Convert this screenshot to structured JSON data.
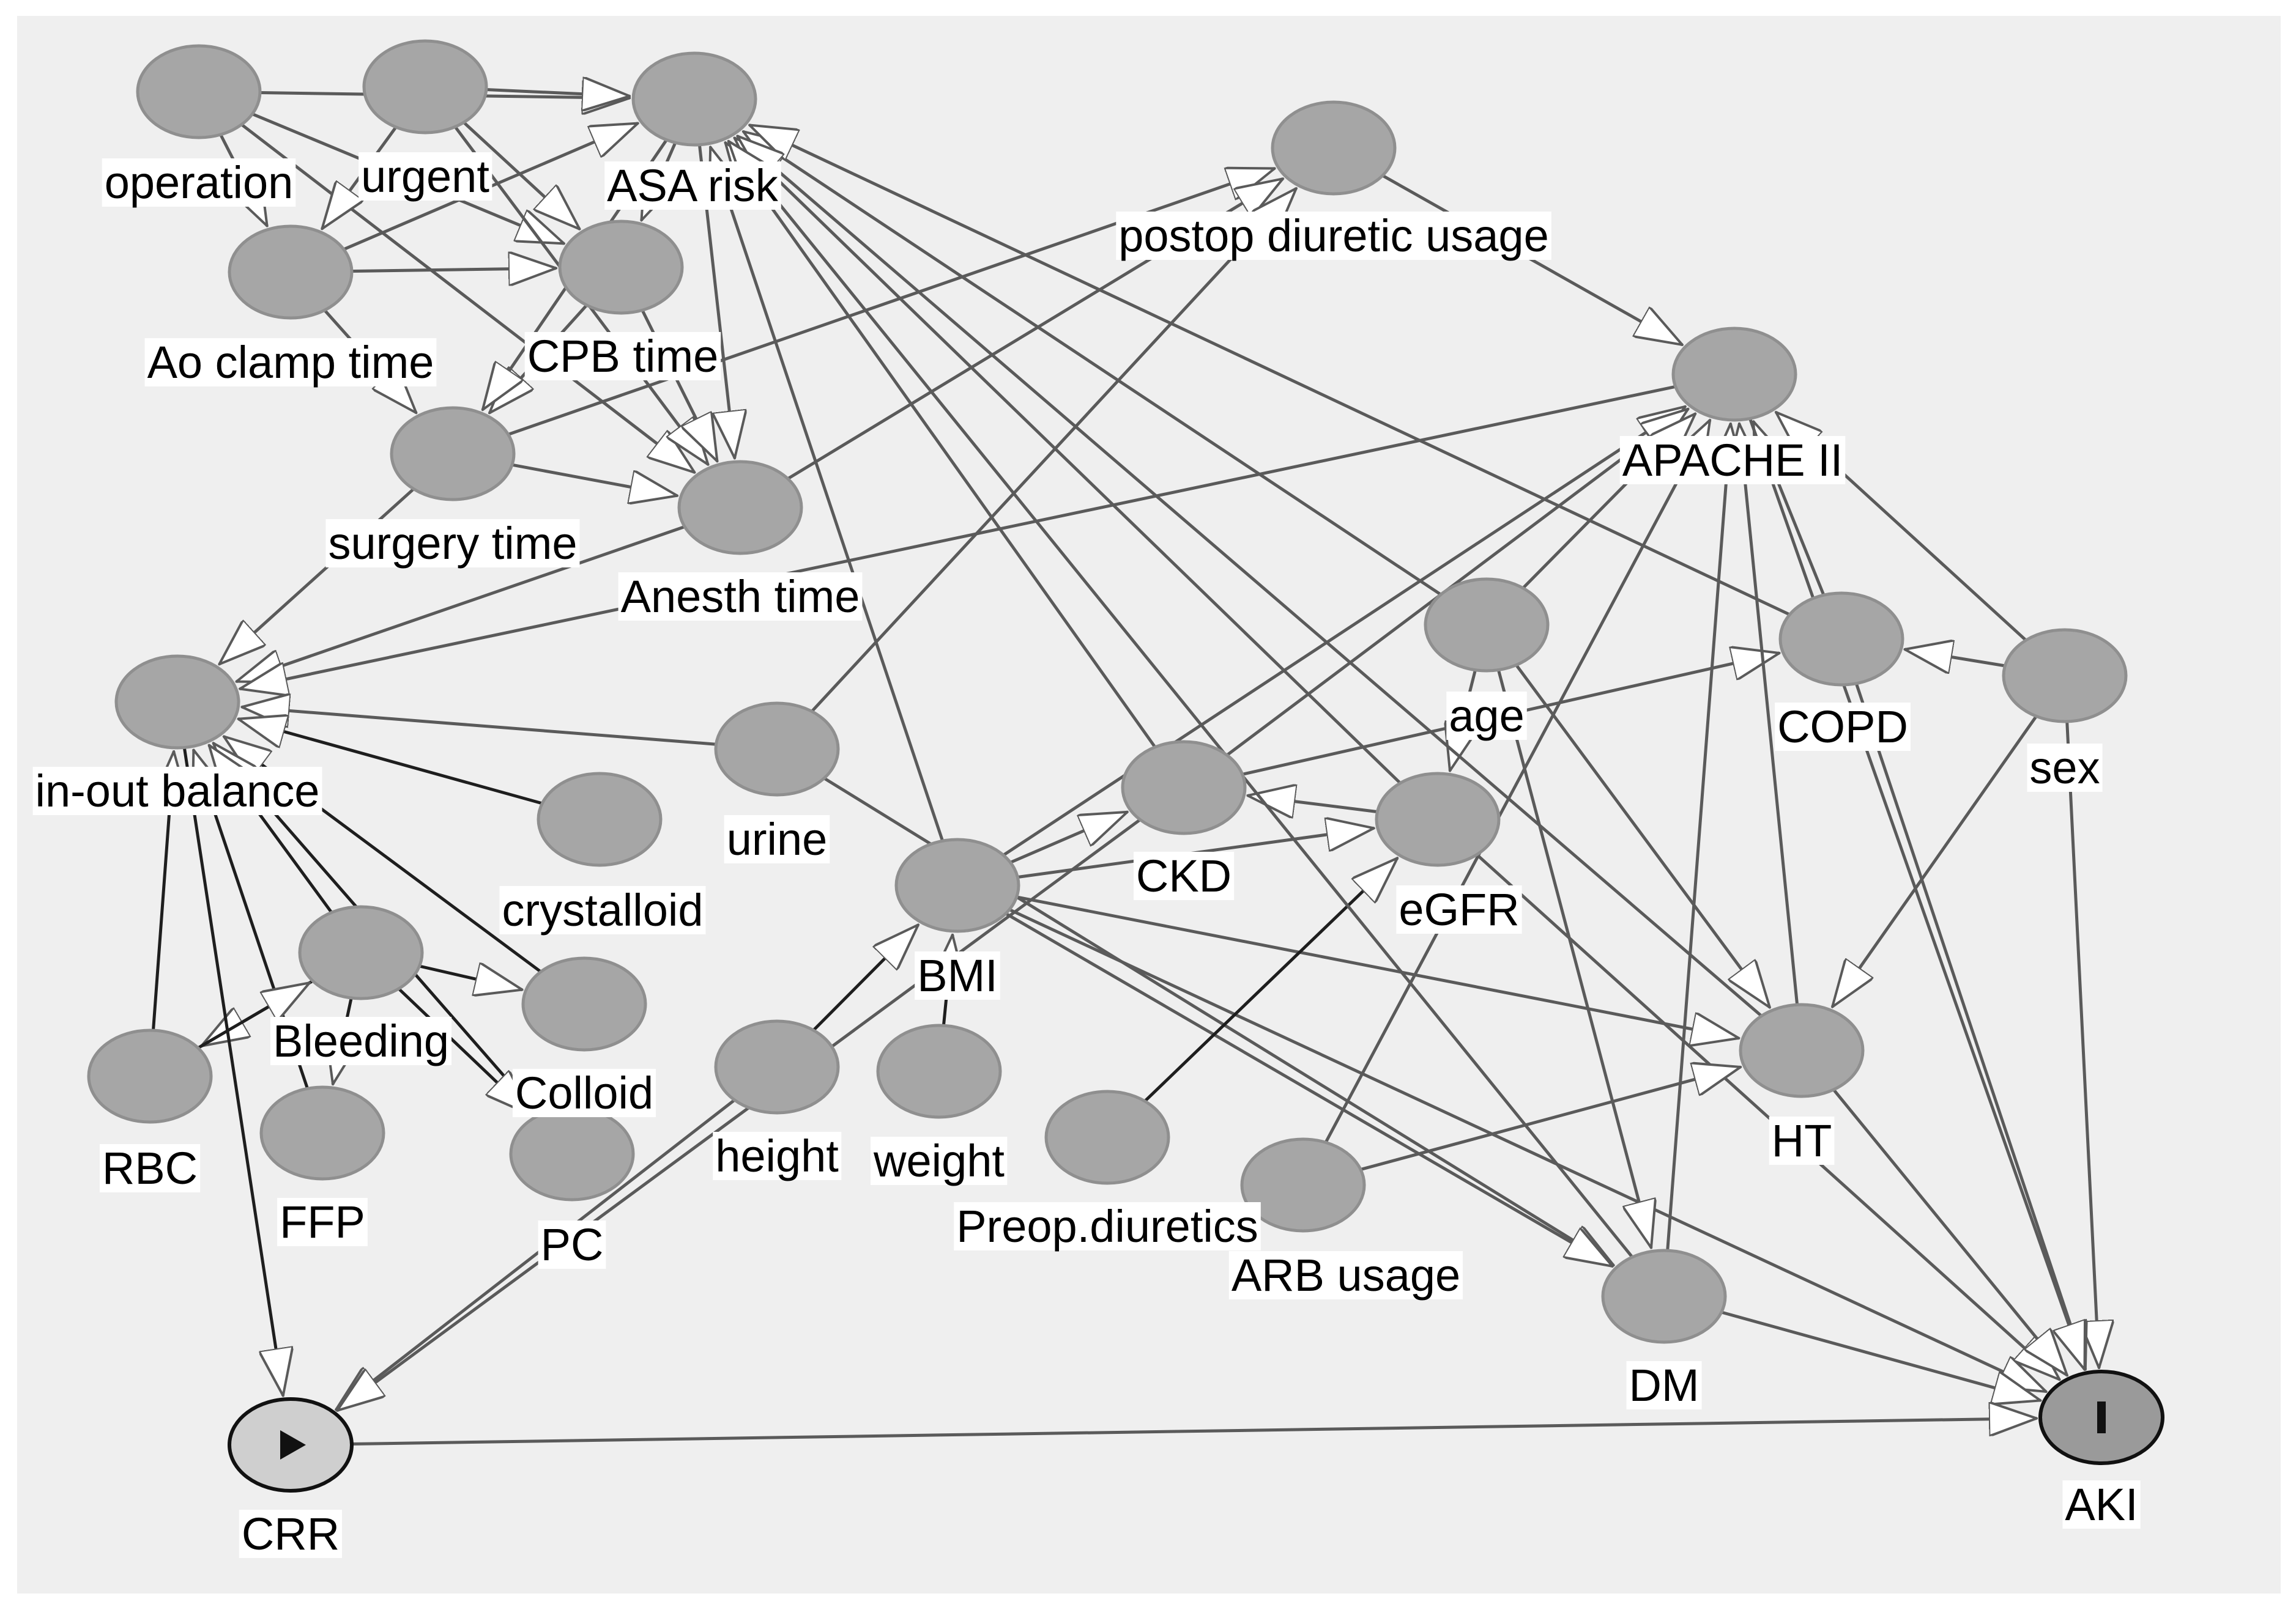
{
  "colors": {
    "background": "#efefef",
    "node_fill": "#a6a6a6",
    "node_stroke": "#8f8f8f",
    "edge": "#5a5a5a",
    "edge_dark": "#1e1e1e",
    "arrow_fill": "#ffffff",
    "exposure_fill": "#cfcfcf",
    "outcome_fill": "#9a9a9a"
  },
  "nodes": [
    {
      "id": "operation",
      "label": "operation"
    },
    {
      "id": "urgent",
      "label": "urgent"
    },
    {
      "id": "asa",
      "label": "ASA risk"
    },
    {
      "id": "postop",
      "label": "postop diuretic usage"
    },
    {
      "id": "aoclamp",
      "label": "Ao clamp time"
    },
    {
      "id": "cpb",
      "label": "CPB time"
    },
    {
      "id": "apache",
      "label": "APACHE II"
    },
    {
      "id": "surgery",
      "label": "surgery time"
    },
    {
      "id": "anesth",
      "label": "Anesth time"
    },
    {
      "id": "age",
      "label": "age"
    },
    {
      "id": "copd",
      "label": "COPD"
    },
    {
      "id": "sex",
      "label": "sex"
    },
    {
      "id": "inout",
      "label": "in-out balance"
    },
    {
      "id": "urine",
      "label": "urine"
    },
    {
      "id": "crystalloid",
      "label": "crystalloid"
    },
    {
      "id": "ckd",
      "label": "CKD"
    },
    {
      "id": "egfr",
      "label": "eGFR"
    },
    {
      "id": "bmi",
      "label": "BMI"
    },
    {
      "id": "bleeding",
      "label": "Bleeding"
    },
    {
      "id": "colloid",
      "label": "Colloid"
    },
    {
      "id": "rbc",
      "label": "RBC"
    },
    {
      "id": "ffp",
      "label": "FFP"
    },
    {
      "id": "pc",
      "label": "PC"
    },
    {
      "id": "height",
      "label": "height"
    },
    {
      "id": "weight",
      "label": "weight"
    },
    {
      "id": "preop",
      "label": "Preop.diuretics"
    },
    {
      "id": "arb",
      "label": "ARB usage"
    },
    {
      "id": "ht",
      "label": "HT"
    },
    {
      "id": "dm",
      "label": "DM"
    },
    {
      "id": "crr",
      "label": "CRR",
      "type": "exposure",
      "icon": "play-icon"
    },
    {
      "id": "aki",
      "label": "AKI",
      "type": "outcome",
      "icon": "bar-icon"
    }
  ],
  "edges": [
    [
      "operation",
      "asa"
    ],
    [
      "operation",
      "aoclamp"
    ],
    [
      "operation",
      "cpb"
    ],
    [
      "operation",
      "anesth"
    ],
    [
      "urgent",
      "asa"
    ],
    [
      "urgent",
      "aoclamp"
    ],
    [
      "urgent",
      "cpb"
    ],
    [
      "urgent",
      "anesth"
    ],
    [
      "aoclamp",
      "cpb"
    ],
    [
      "aoclamp",
      "surgery"
    ],
    [
      "cpb",
      "surgery"
    ],
    [
      "cpb",
      "anesth"
    ],
    [
      "surgery",
      "anesth"
    ],
    [
      "surgery",
      "inout"
    ],
    [
      "surgery",
      "postop"
    ],
    [
      "aoclamp",
      "asa"
    ],
    [
      "asa",
      "anesth"
    ],
    [
      "asa",
      "cpb"
    ],
    [
      "asa",
      "surgery"
    ],
    [
      "anesth",
      "inout"
    ],
    [
      "anesth",
      "postop"
    ],
    [
      "postop",
      "apache"
    ],
    [
      "apache",
      "inout"
    ],
    [
      "urine",
      "inout"
    ],
    [
      "urine",
      "postop"
    ],
    [
      "urine",
      "dm"
    ],
    [
      "crystalloid",
      "inout"
    ],
    [
      "colloid",
      "inout"
    ],
    [
      "rbc",
      "inout"
    ],
    [
      "ffp",
      "inout"
    ],
    [
      "pc",
      "inout"
    ],
    [
      "bleeding",
      "inout"
    ],
    [
      "bleeding",
      "rbc"
    ],
    [
      "rbc",
      "bleeding"
    ],
    [
      "bleeding",
      "ffp"
    ],
    [
      "bleeding",
      "colloid"
    ],
    [
      "bleeding",
      "pc"
    ],
    [
      "inout",
      "crr"
    ],
    [
      "height",
      "bmi"
    ],
    [
      "height",
      "crr"
    ],
    [
      "weight",
      "bmi"
    ],
    [
      "bmi",
      "asa"
    ],
    [
      "bmi",
      "apache"
    ],
    [
      "bmi",
      "ckd"
    ],
    [
      "bmi",
      "egfr"
    ],
    [
      "bmi",
      "ht"
    ],
    [
      "bmi",
      "dm"
    ],
    [
      "bmi",
      "aki"
    ],
    [
      "ckd",
      "asa"
    ],
    [
      "ckd",
      "apache"
    ],
    [
      "ckd",
      "copd"
    ],
    [
      "egfr",
      "ckd"
    ],
    [
      "egfr",
      "asa"
    ],
    [
      "egfr",
      "aki"
    ],
    [
      "preop",
      "egfr"
    ],
    [
      "arb",
      "ht"
    ],
    [
      "arb",
      "apache"
    ],
    [
      "age",
      "apache"
    ],
    [
      "age",
      "asa"
    ],
    [
      "age",
      "egfr"
    ],
    [
      "age",
      "ht"
    ],
    [
      "age",
      "dm"
    ],
    [
      "sex",
      "copd"
    ],
    [
      "sex",
      "ht"
    ],
    [
      "sex",
      "apache"
    ],
    [
      "sex",
      "aki"
    ],
    [
      "copd",
      "asa"
    ],
    [
      "copd",
      "apache"
    ],
    [
      "copd",
      "aki"
    ],
    [
      "ht",
      "asa"
    ],
    [
      "ht",
      "apache"
    ],
    [
      "ht",
      "aki"
    ],
    [
      "dm",
      "apache"
    ],
    [
      "dm",
      "aki"
    ],
    [
      "dm",
      "asa"
    ],
    [
      "apache",
      "aki"
    ],
    [
      "ckd",
      "crr"
    ],
    [
      "crr",
      "aki"
    ]
  ]
}
